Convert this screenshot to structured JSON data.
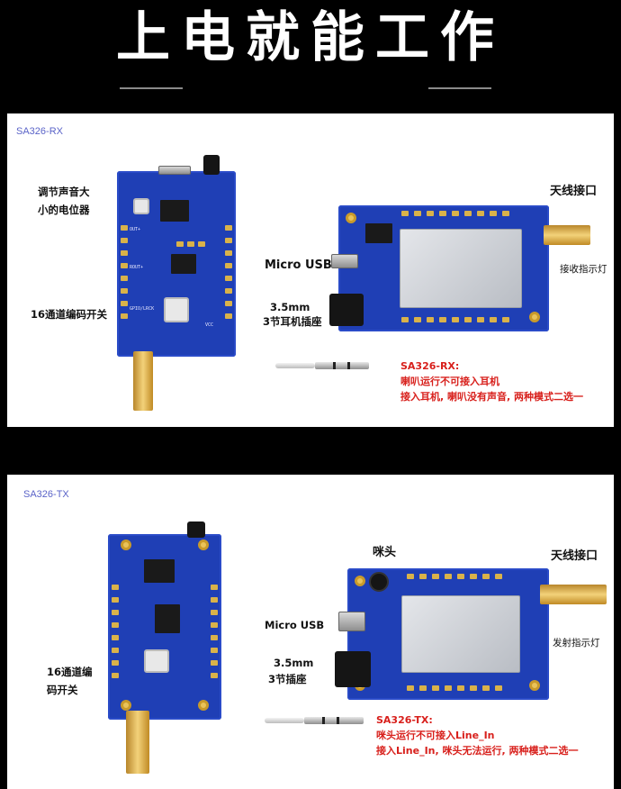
{
  "header": {
    "title": "上电就能工作"
  },
  "rx": {
    "panel_label": "SA326-RX",
    "labels": {
      "volume_pot_line1": "调节声音大",
      "volume_pot_line2": "小的电位器",
      "channel_switch": "16通道编码开关",
      "antenna": "天线接口",
      "micro_usb": "Micro USB",
      "receive_led": "接收指示灯",
      "jack_line1": "3.5mm",
      "jack_line2": "3节耳机插座"
    },
    "note": {
      "line1": "SA326-RX:",
      "line2": "喇叭运行不可接入耳机",
      "line3": "接入耳机, 喇叭没有声音, 两种模式二选一"
    }
  },
  "tx": {
    "panel_label": "SA326-TX",
    "labels": {
      "channel_switch_line1": "16通道编",
      "channel_switch_line2": "码开关",
      "mic": "咪头",
      "antenna": "天线接口",
      "micro_usb": "Micro USB",
      "transmit_led": "发射指示灯",
      "jack_line1": "3.5mm",
      "jack_line2": "3节插座"
    },
    "note": {
      "line1": "SA326-TX:",
      "line2": "咪头运行不可接入Line_In",
      "line3": "接入Line_In, 咪头无法运行, 两种模式二选一"
    }
  },
  "colors": {
    "pcb": "#1f3fb5",
    "note_red": "#d8201c",
    "panel_label": "#5a63c8"
  }
}
